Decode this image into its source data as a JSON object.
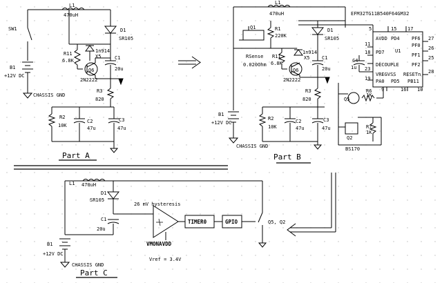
{
  "part_a": {
    "title": "Part A",
    "labels": {
      "l1": "L1",
      "l1_val": "470uH",
      "sw": "SW1",
      "d1": "D1",
      "d1_val": "SR105",
      "b1": "B1",
      "b1_val": "+12V DC",
      "r11": "R11",
      "r11_val": "6.8K",
      "d2": "1n914",
      "d2b": "X5",
      "q6": "Q6",
      "q6_val": "2N2222",
      "c1": "C1",
      "c1_val": "20u",
      "r3": "R3",
      "r3_val": "820",
      "gnd": "CHASSIS GND",
      "r2": "R2",
      "r2_val": "10K",
      "c2": "C2",
      "c2_val": "47u",
      "c3": "C3",
      "c3_val": "47u"
    }
  },
  "part_b": {
    "title": "Part B",
    "labels": {
      "l1": "L1",
      "l1_val": "470uH",
      "mcu": "EFM32TG11B540F64GM32",
      "q1": "Q1",
      "r1": "R1",
      "r1_val": "220K",
      "rsense": "RSense",
      "rsense_val": "0.020Ohm",
      "d1": "D1",
      "d1_val": "SR105",
      "r11": "R11",
      "r11_val": "6.8K",
      "d2": "1n914",
      "d2b": "X5",
      "q6": "Q6",
      "q6_val": "2N2222",
      "c1": "C1",
      "c1_val": "20u",
      "r3": "R3",
      "r3_val": "820",
      "b1": "B1",
      "b1_val": "+12V DC",
      "gnd": "CHASSIS GND",
      "r2": "R2",
      "r2_val": "10K",
      "c2": "C2",
      "c2_val": "47u",
      "c3": "C3",
      "c3_val": "47u",
      "c4": "C4",
      "c4_val": "1u",
      "q5": "Q5",
      "r6": "R6",
      "r6_val": "1K",
      "q2": "Q2",
      "r7": "R7",
      "r7_val": "1K",
      "bs170": "BS170",
      "u1": "U1",
      "pins": [
        "5",
        "15",
        "17",
        "27",
        "26",
        "25",
        "11",
        "18",
        "23",
        "28",
        "19",
        "10",
        "16",
        "9"
      ],
      "pin_names": [
        "AVDD",
        "PD4",
        "PF0",
        "PF1",
        "PF2",
        "PD7",
        "DECOUPLE",
        "VREGVSS",
        "RESETn",
        "PA0",
        "PD5",
        "PB11",
        "PF6"
      ]
    }
  },
  "part_c": {
    "title": "Part C",
    "labels": {
      "l1": "L1",
      "l1_val": "470uH",
      "d1": "D1",
      "d1_val": "SR105",
      "c1": "C1",
      "c1_val": "20u",
      "hyst": "26 mV hysteresis",
      "timer": "TIMER0",
      "gpio": "GPIO",
      "q5q2": "Q5, Q2",
      "vmon": "VMONAVDD",
      "vref": "Vref = 3.4V",
      "b1": "B1",
      "b1_val": "+12V DC",
      "gnd": "CHASSIS GND"
    }
  }
}
